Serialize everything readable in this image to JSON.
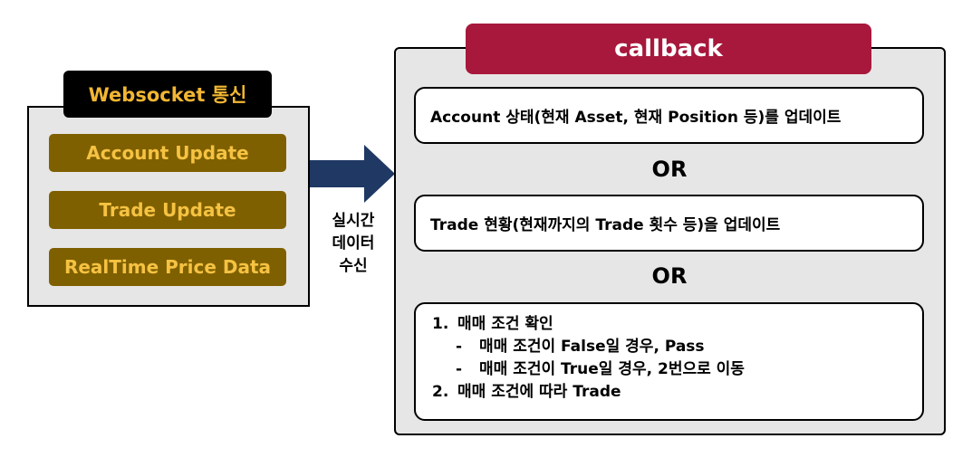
{
  "websocket": {
    "title": "Websocket 통신",
    "items": [
      "Account Update",
      "Trade Update",
      "RealTime Price Data"
    ]
  },
  "arrow": {
    "label_lines": [
      "실시간",
      "데이터",
      "수신"
    ]
  },
  "callback": {
    "title": "callback",
    "box1": "Account 상태(현재 Asset, 현재 Position 등)를 업데이트",
    "or1": "OR",
    "box2": "Trade 현황(현재까지의 Trade 횟수 등)을 업데이트",
    "or2": "OR",
    "steps": {
      "step1_num": "1.",
      "step1": "매매 조건 확인",
      "sub1_dash": "-",
      "sub1": "매매 조건이 False일 경우, Pass",
      "sub2_dash": "-",
      "sub2": "매매 조건이 True일 경우, 2번으로 이동",
      "step2_num": "2.",
      "step2": "매매 조건에 따라 Trade"
    }
  },
  "colors": {
    "panel_bg": "#e7e6e6",
    "ws_title_bg": "#000000",
    "ws_title_text": "#f2b632",
    "ws_item_bg": "#7f6000",
    "ws_item_text": "#f5c242",
    "arrow": "#1f3864",
    "callback_title_bg": "#a8183c"
  }
}
